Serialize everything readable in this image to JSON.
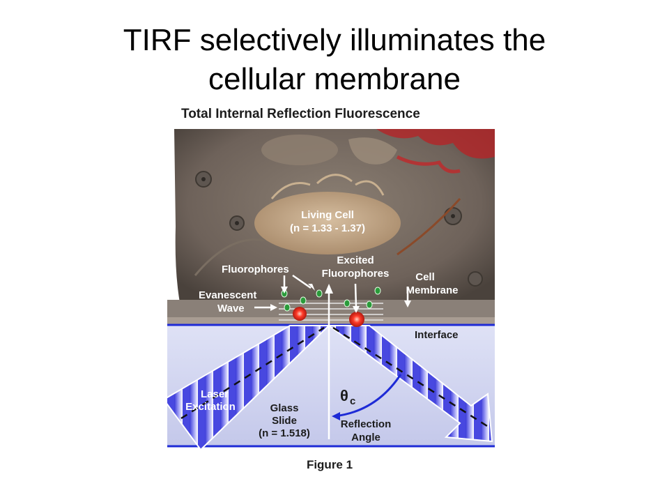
{
  "slide": {
    "title_line1": "TIRF selectively illuminates the",
    "title_line2": "cellular membrane"
  },
  "figure": {
    "header": "Total Internal Reflection Fluorescence",
    "caption": "Figure 1",
    "labels": {
      "living_cell_1": "Living Cell",
      "living_cell_2": "(n = 1.33 - 1.37)",
      "fluorophores": "Fluorophores",
      "excited_1": "Excited",
      "excited_2": "Fluorophores",
      "cell_1": "Cell",
      "cell_2": "Membrane",
      "evanescent_1": "Evanescent",
      "evanescent_2": "Wave",
      "interface": "Interface",
      "laser_1": "Laser",
      "laser_2": "Excitation",
      "glass_1": "Glass",
      "glass_2": "Slide",
      "glass_3": "(n = 1.518)",
      "theta": "θ",
      "theta_sub": "c",
      "reflection_1": "Reflection",
      "reflection_2": "Angle"
    },
    "colors": {
      "cell_background": "#6e625a",
      "cell_body": "#bfa588",
      "glass": "#c8ccec",
      "beam": "#5a5ae6",
      "interface_line": "#1e2bd6",
      "excited_fluorophore": "#e8271e",
      "fluorophore": "#2a9a3a",
      "red_organelle": "#c0282a"
    }
  }
}
